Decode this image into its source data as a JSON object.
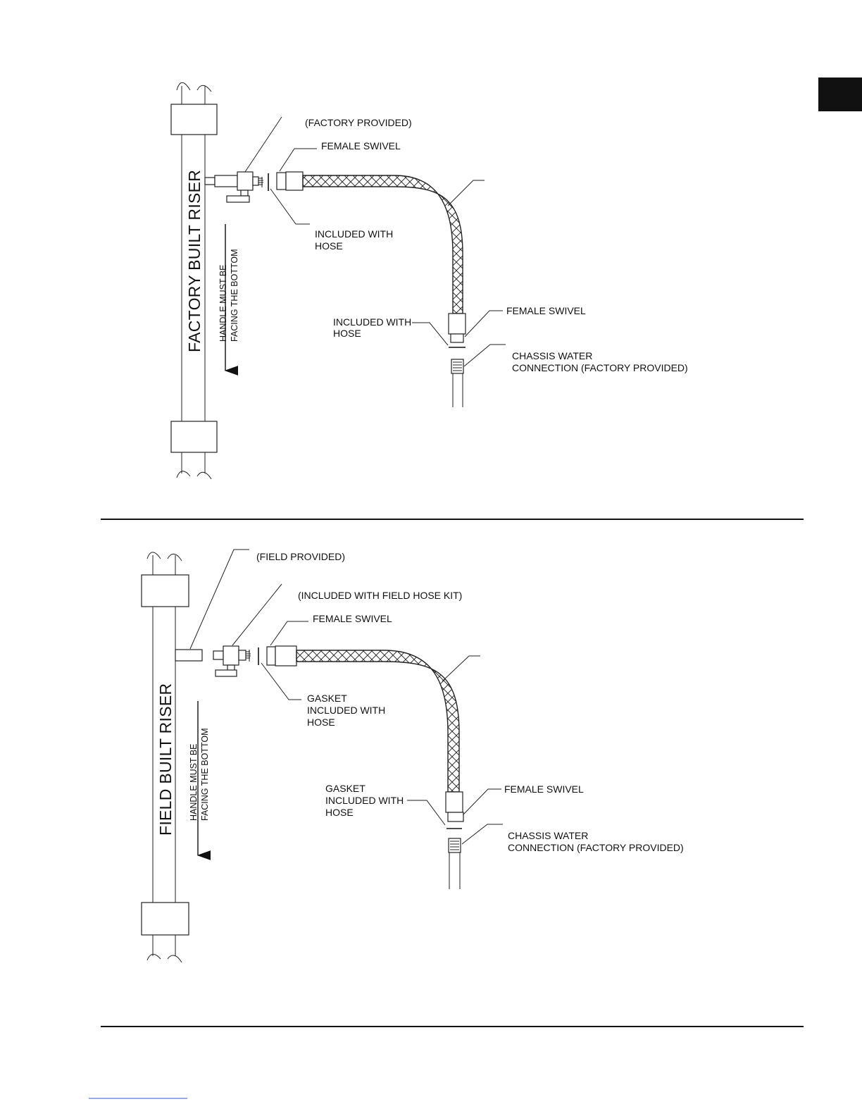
{
  "page_tab_color": "#111111",
  "figure1": {
    "riser_label": "FACTORY BUILT RISER",
    "handle_line1": "HANDLE MUST BE",
    "handle_line2": "FACING THE BOTTOM",
    "valve_note": "(FACTORY PROVIDED)",
    "swivel_top": "FEMALE SWIVEL",
    "gasket_top_line1": "INCLUDED WITH",
    "gasket_top_line2": "HOSE",
    "gasket_bottom_line1": "INCLUDED WITH",
    "gasket_bottom_line2": "HOSE",
    "swivel_bottom": "FEMALE SWIVEL",
    "chassis_line1": "CHASSIS WATER",
    "chassis_line2": "CONNECTION (FACTORY PROVIDED)"
  },
  "figure2": {
    "riser_label": "FIELD BUILT RISER",
    "handle_line1": "HANDLE MUST BE",
    "handle_line2": "FACING THE BOTTOM",
    "stub_note": "(FIELD PROVIDED)",
    "valve_note": "(INCLUDED WITH FIELD HOSE KIT)",
    "swivel_top": "FEMALE SWIVEL",
    "gasket_top_line1": "GASKET",
    "gasket_top_line2": "INCLUDED WITH",
    "gasket_top_line3": "HOSE",
    "gasket_bottom_line1": "GASKET",
    "gasket_bottom_line2": "INCLUDED WITH",
    "gasket_bottom_line3": "HOSE",
    "swivel_bottom": "FEMALE SWIVEL",
    "chassis_line1": "CHASSIS WATER",
    "chassis_line2": "CONNECTION (FACTORY PROVIDED)"
  }
}
